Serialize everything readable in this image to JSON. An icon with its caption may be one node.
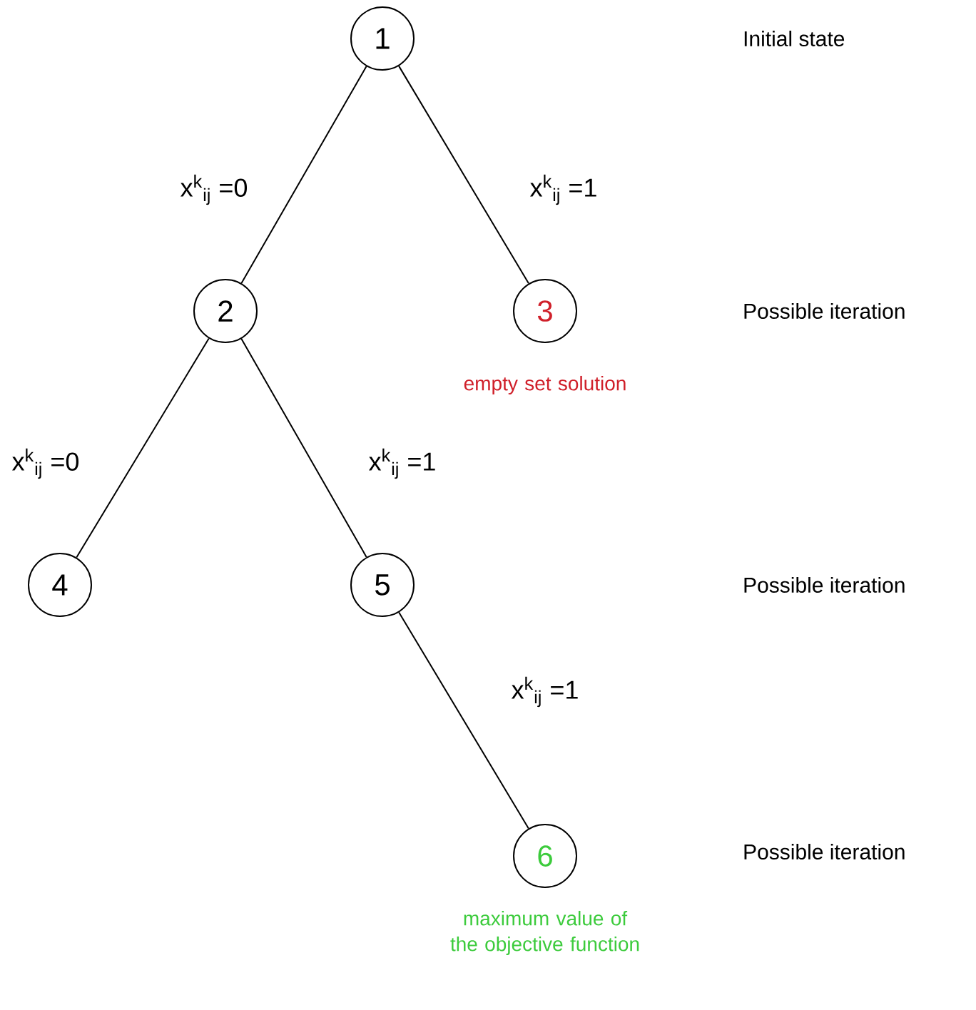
{
  "diagram": {
    "nodes": [
      {
        "text": [
          "1"
        ]
      },
      {
        "text": [
          "2"
        ]
      },
      {
        "text": [
          "3"
        ],
        "beside": [
          "empty set solution"
        ]
      },
      {
        "text": [
          "4"
        ]
      },
      {
        "text": [
          "5"
        ]
      },
      {
        "text": [
          "6"
        ],
        "beside": [
          "maximum value of the objective function"
        ]
      }
    ],
    "edges": [
      {
        "from": 0,
        "to": 1,
        "arrow": "none",
        "label": "x$^{k}$$_{ij}$ =0"
      },
      {
        "from": 0,
        "to": 2,
        "arrow": "none",
        "label": "x$^{k}$$_{ij}$ =1"
      },
      {
        "from": 1,
        "to": 3,
        "arrow": "none",
        "label": "x$^{k}$$_{ij}$ =0"
      },
      {
        "from": 1,
        "to": 4,
        "arrow": "none",
        "label": "x$^{k}$$_{ij}$ =1"
      },
      {
        "from": 4,
        "to": 5,
        "arrow": "none",
        "label": "x$^{k}$$_{ij}$ =1"
      }
    ],
    "labels": [
      "Initial state",
      "Possible iteration",
      "Possible iteration",
      "Possible iteration"
    ]
  }
}
